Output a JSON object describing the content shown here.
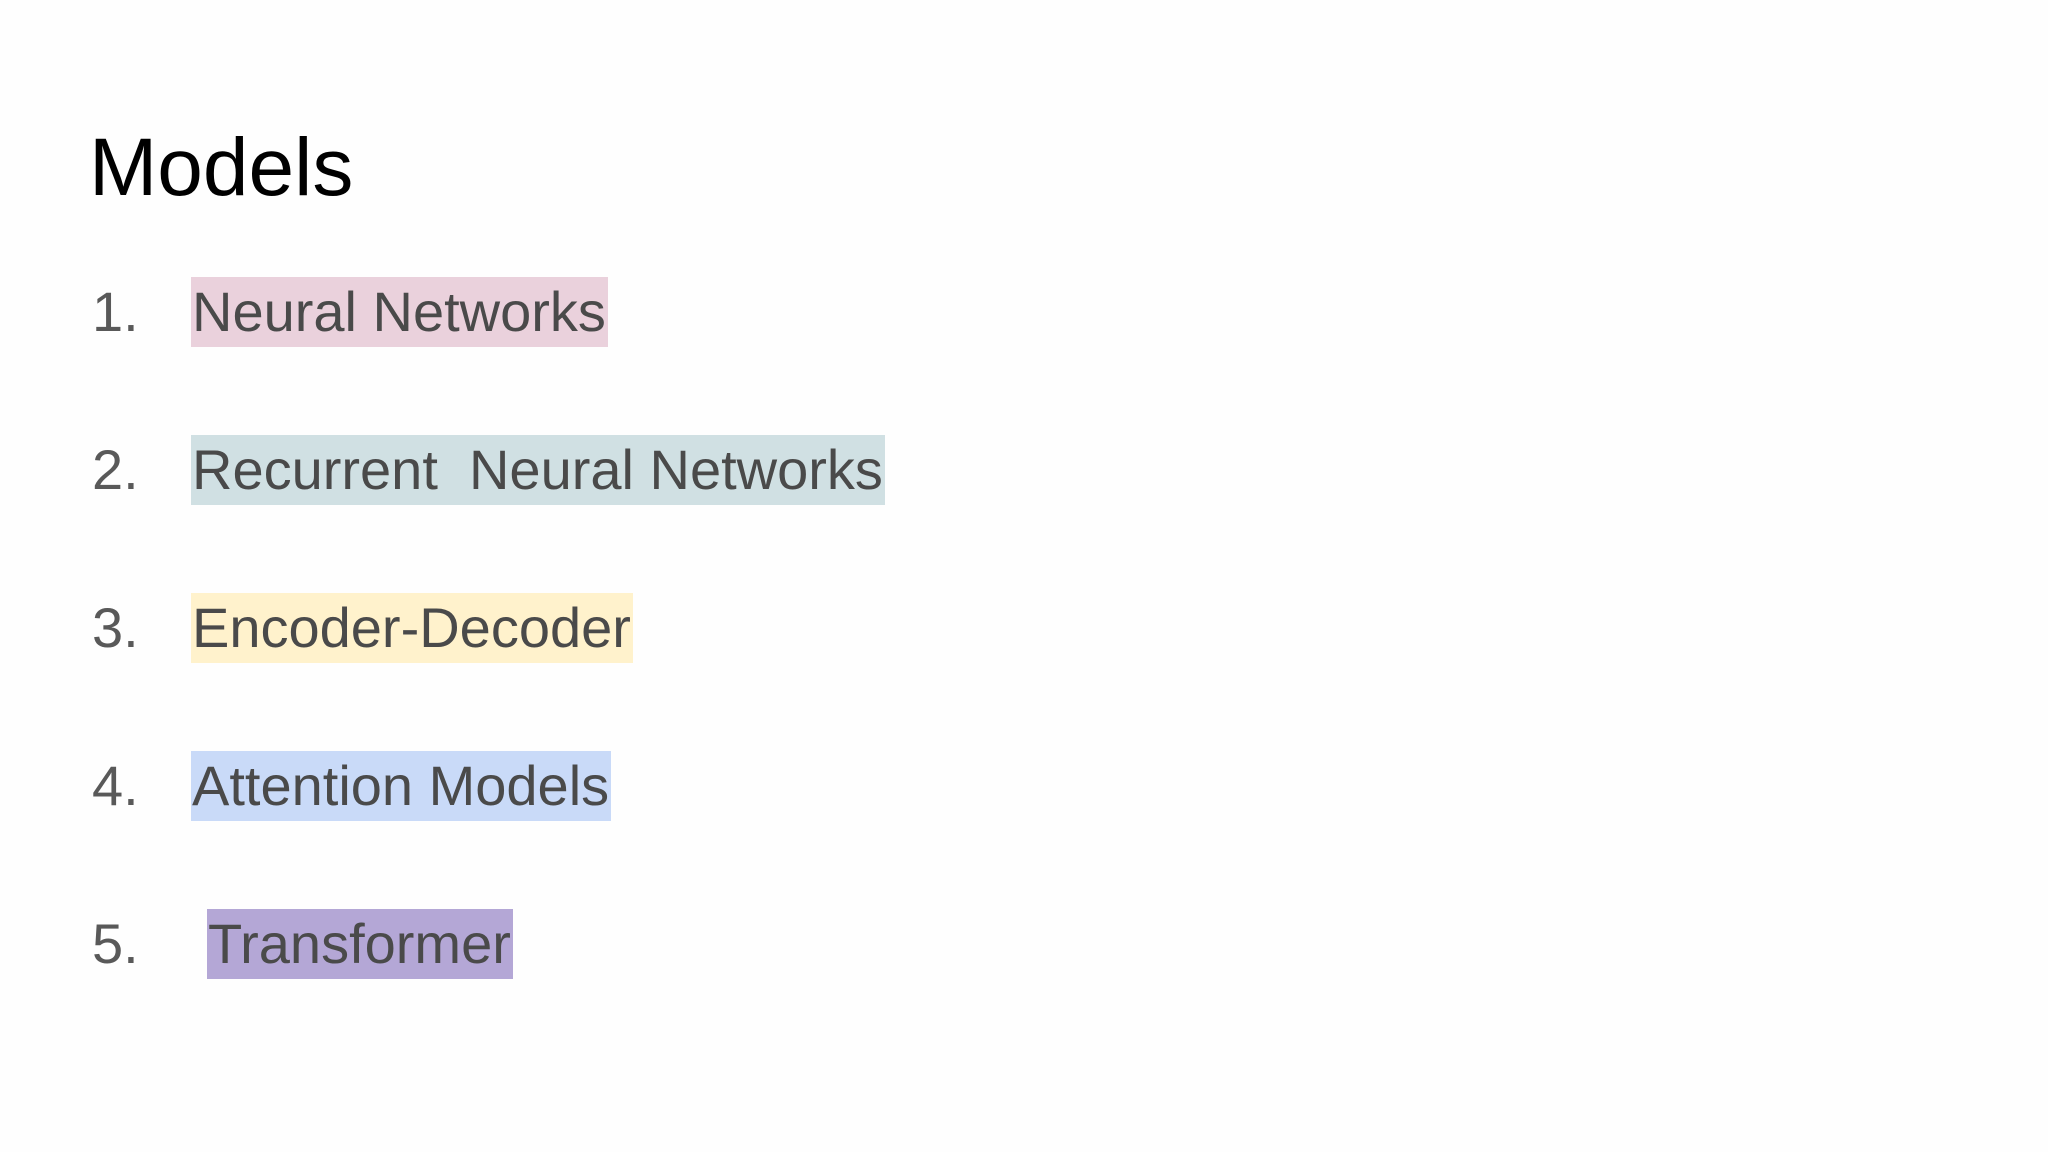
{
  "slide": {
    "title": "Models",
    "items": [
      {
        "number": "1.",
        "label": "Neural Networks",
        "highlight": "#ead1dc"
      },
      {
        "number": "2.",
        "label": "Recurrent  Neural Networks",
        "highlight": "#d0e0e3"
      },
      {
        "number": "3.",
        "label": "Encoder-Decoder",
        "highlight": "#fff2cc"
      },
      {
        "number": "4.",
        "label": "Attention Models",
        "highlight": "#c9daf8"
      },
      {
        "number": "5.",
        "label": "Transformer",
        "highlight": "#b4a7d6"
      }
    ]
  }
}
